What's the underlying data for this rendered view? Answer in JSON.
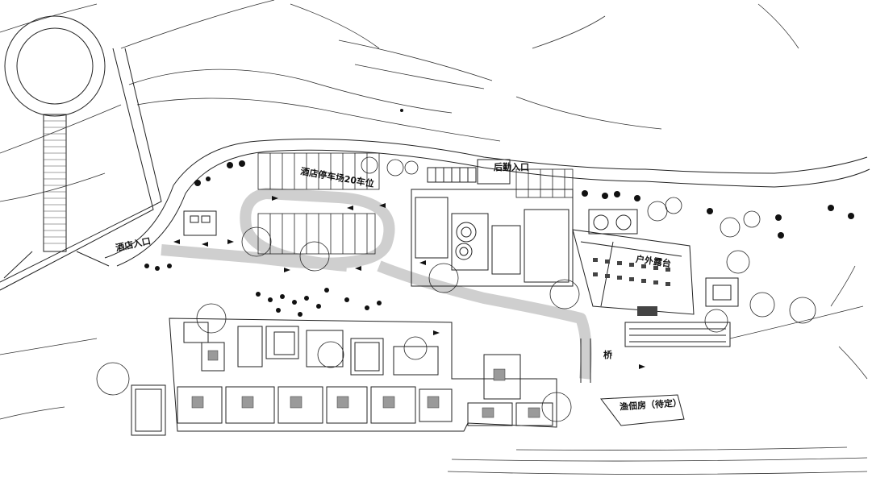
{
  "labels": {
    "hotel_entrance": "酒店入口",
    "hotel_parking": "酒店停车场20车位",
    "service_entrance": "后勤入口",
    "outdoor_terrace": "户外露台",
    "bridge": "桥",
    "retrofit_house": "渔佃房（待定）"
  },
  "colors": {
    "line": "#222222",
    "road_fill": "#cfcfcf",
    "background": "#ffffff"
  },
  "icons": [
    "tree-canopy-icon",
    "shrub-icon",
    "direction-arrow-icon"
  ]
}
